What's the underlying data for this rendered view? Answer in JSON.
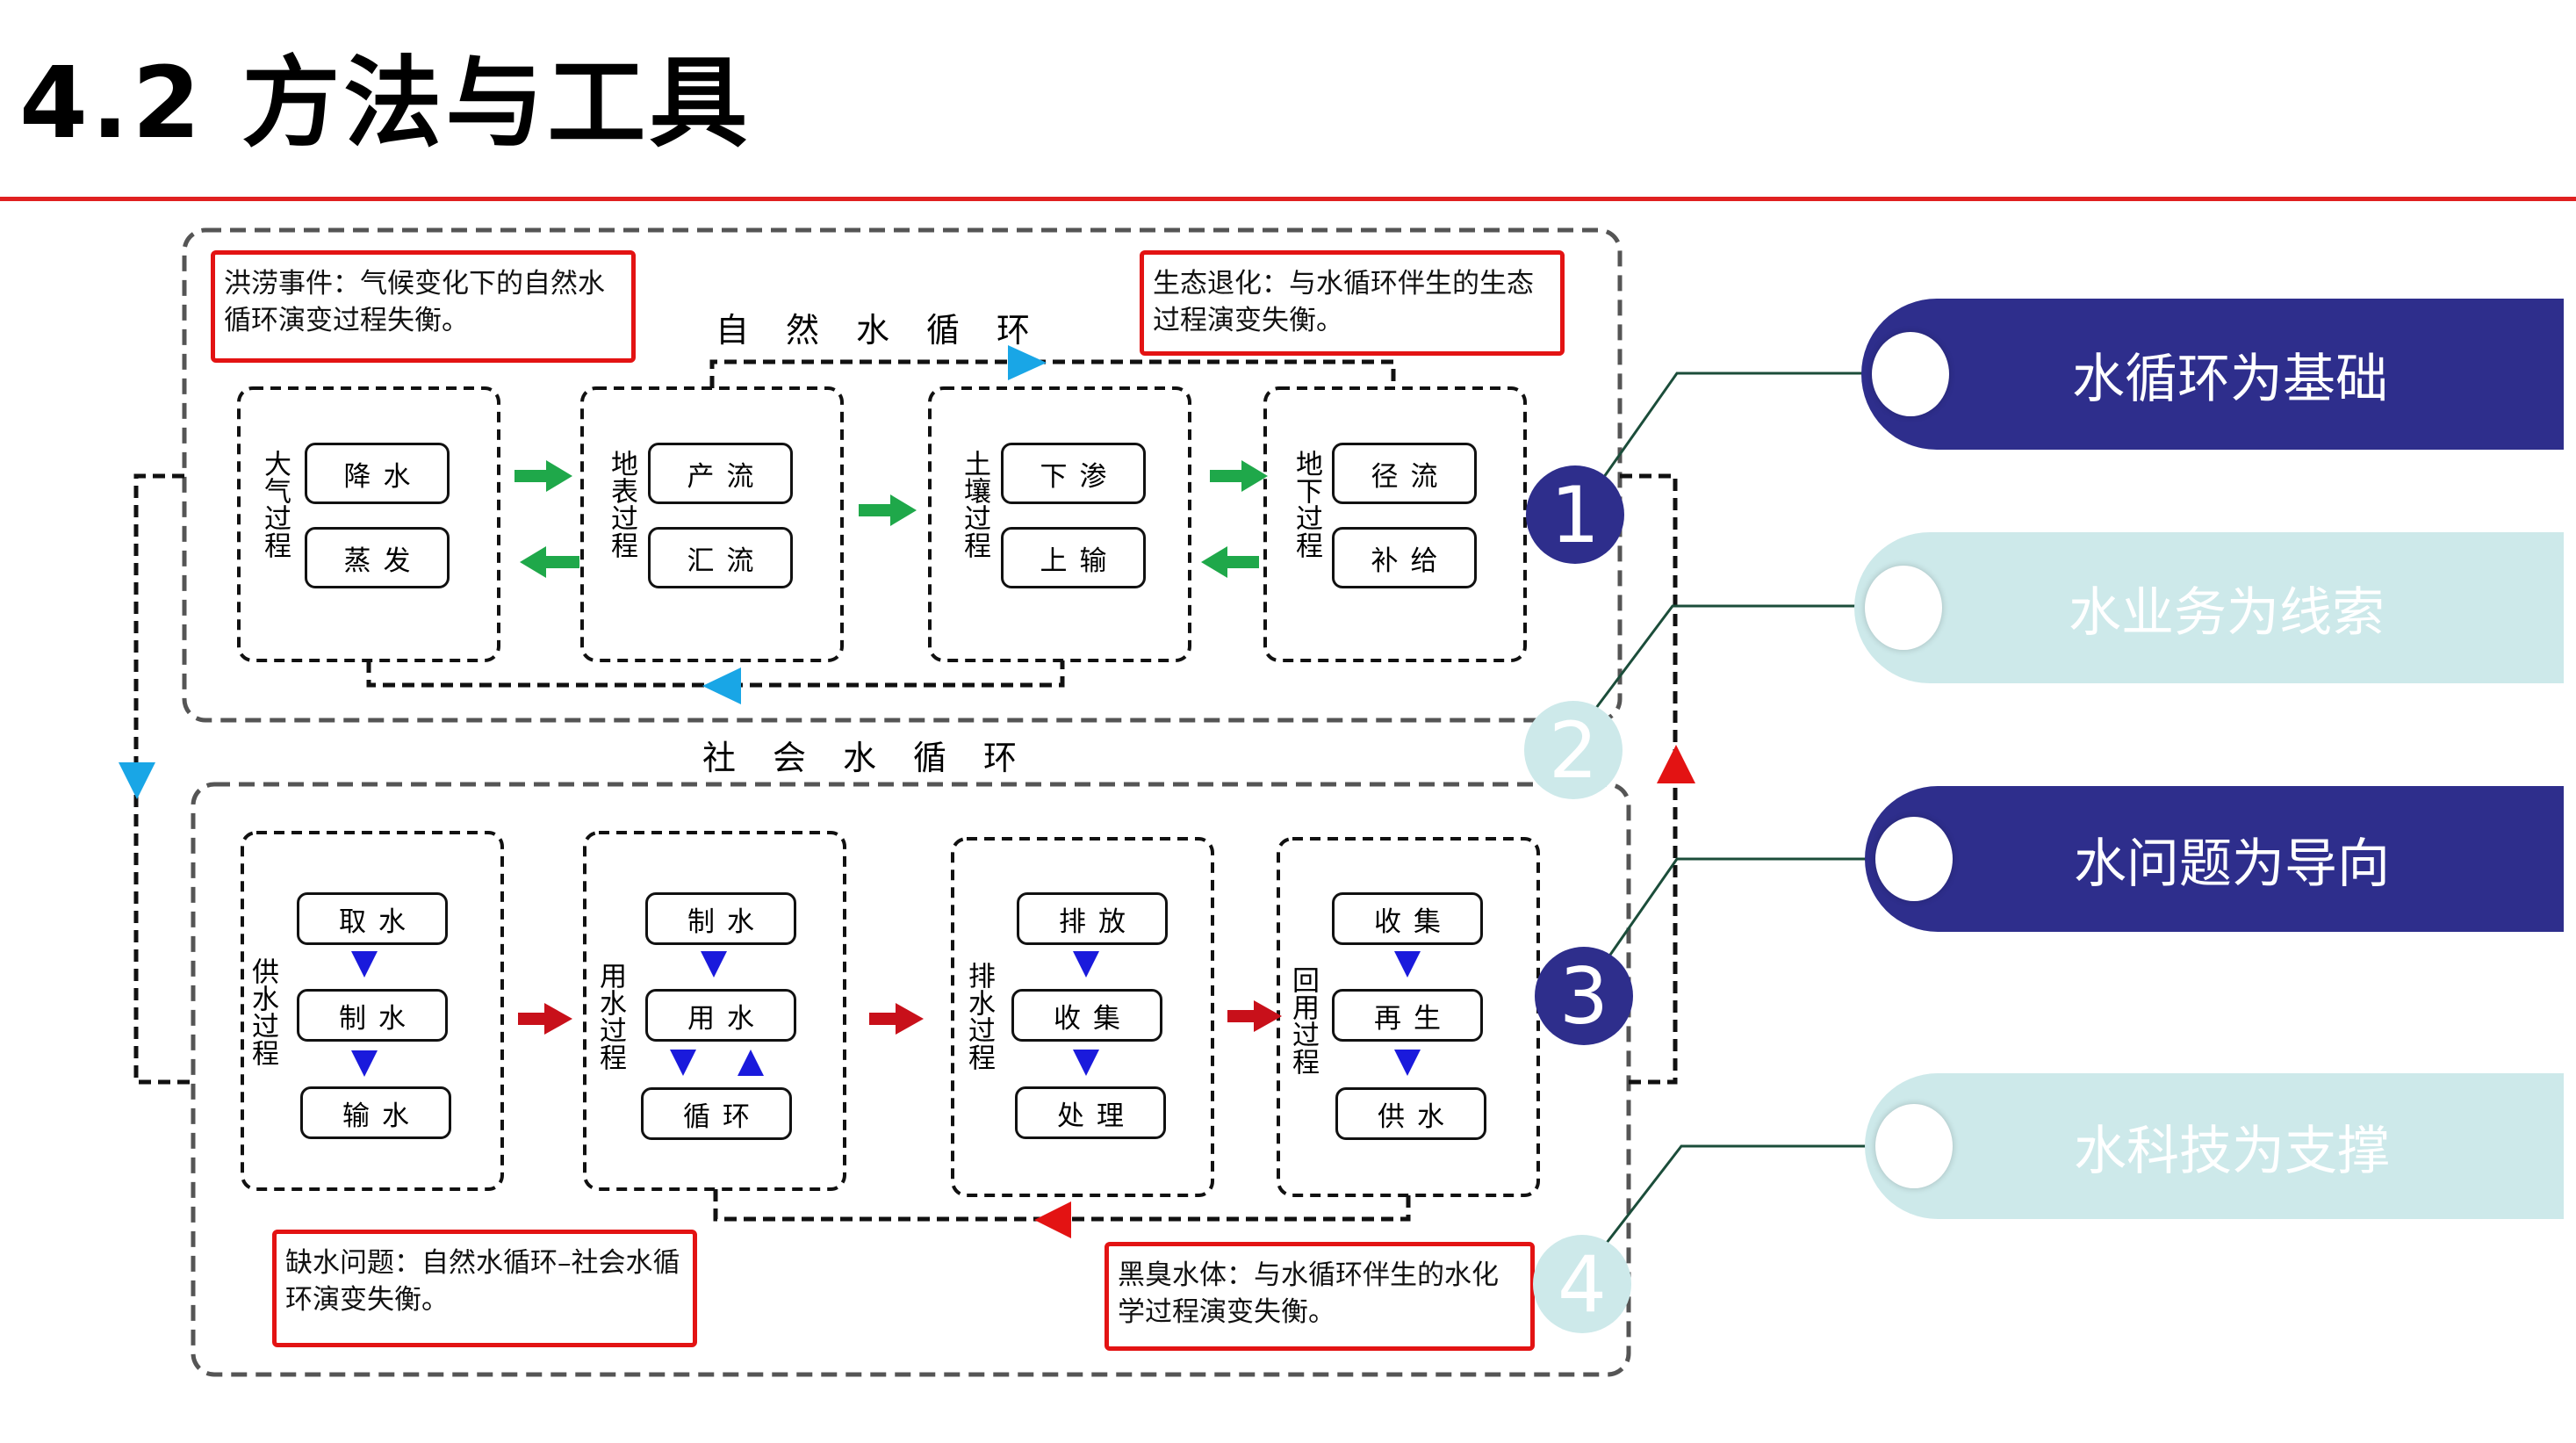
{
  "title": "4.2 方法与工具",
  "natural_cycle": {
    "title": "自然水循环",
    "columns": [
      {
        "label": "大气过程",
        "items": [
          "降水",
          "蒸发"
        ]
      },
      {
        "label": "地表过程",
        "items": [
          "产流",
          "汇流"
        ]
      },
      {
        "label": "土壤过程",
        "items": [
          "下渗",
          "上输"
        ]
      },
      {
        "label": "地下过程",
        "items": [
          "径流",
          "补给"
        ]
      }
    ]
  },
  "social_cycle": {
    "title": "社会水循环",
    "columns": [
      {
        "label": "供水过程",
        "items": [
          "取水",
          "制水",
          "输水"
        ]
      },
      {
        "label": "用水过程",
        "items": [
          "制水",
          "用水",
          "循环"
        ]
      },
      {
        "label": "排水过程",
        "items": [
          "排放",
          "收集",
          "处理"
        ]
      },
      {
        "label": "回用过程",
        "items": [
          "收集",
          "再生",
          "供水"
        ]
      }
    ]
  },
  "notes": {
    "flood": "洪涝事件：气候变化下的自然水循环演变过程失衡。",
    "ecology": "生态退化：与水循环伴生的生态过程演变失衡。",
    "shortage": "缺水问题：自然水循环–社会水循环演变失衡。",
    "black_water": "黑臭水体：与水循环伴生的水化学过程演变失衡。"
  },
  "pillars": [
    {
      "number": "1",
      "label": "水循环为基础",
      "style": "dark"
    },
    {
      "number": "2",
      "label": "水业务为线索",
      "style": "light"
    },
    {
      "number": "3",
      "label": "水问题为导向",
      "style": "dark"
    },
    {
      "number": "4",
      "label": "水科技为支撑",
      "style": "light"
    }
  ],
  "colors": {
    "dark": "#2e2e8c",
    "light": "#cde9ea",
    "note_border": "#e31313",
    "green_arrow": "#1fa84a",
    "red_arrow": "#c8101a",
    "blue_arrow": "#1a1adc",
    "cyan_arrow": "#19a6e6"
  }
}
